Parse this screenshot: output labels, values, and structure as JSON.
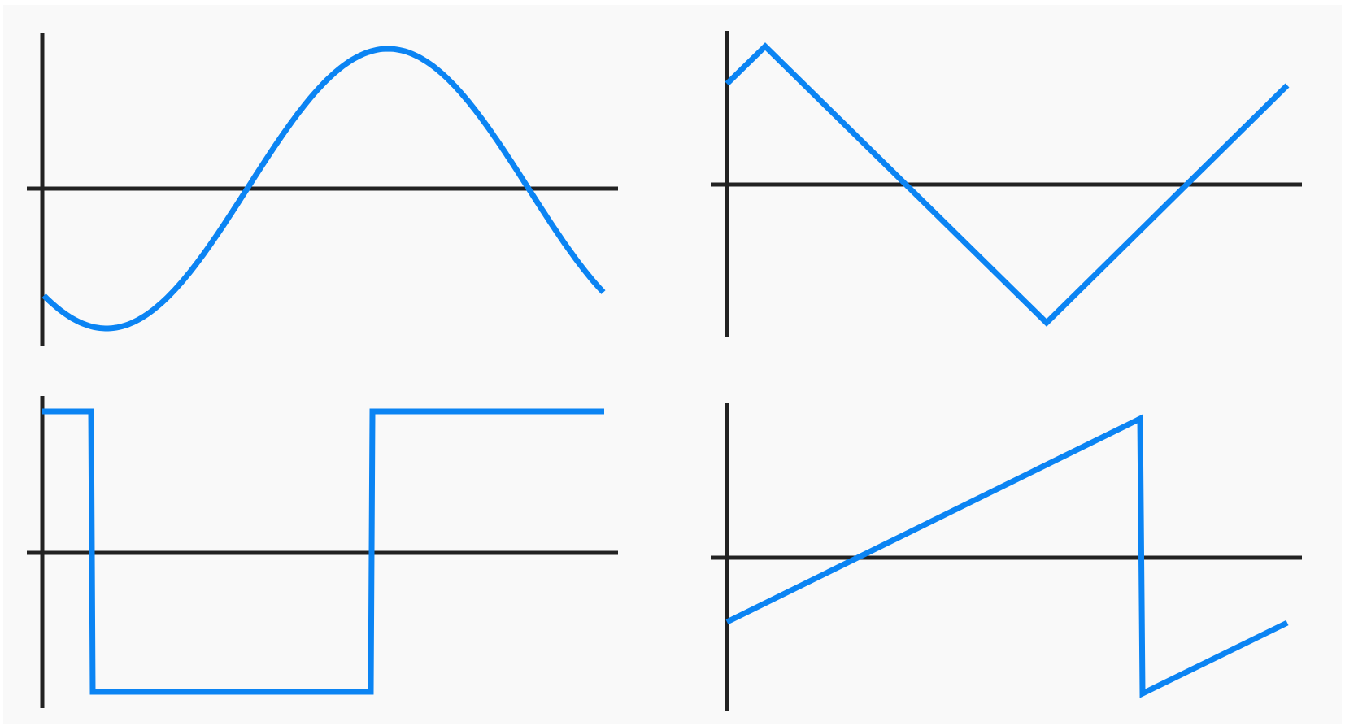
{
  "diagram": {
    "type": "waveform-grid",
    "background": "#f9f9f9",
    "axis_color": "#222222",
    "wave_color": "#0b84f3",
    "panels": [
      {
        "id": "sine",
        "waveform": "sine"
      },
      {
        "id": "triangle",
        "waveform": "triangle"
      },
      {
        "id": "square",
        "waveform": "square"
      },
      {
        "id": "sawtooth",
        "waveform": "sawtooth"
      }
    ]
  }
}
